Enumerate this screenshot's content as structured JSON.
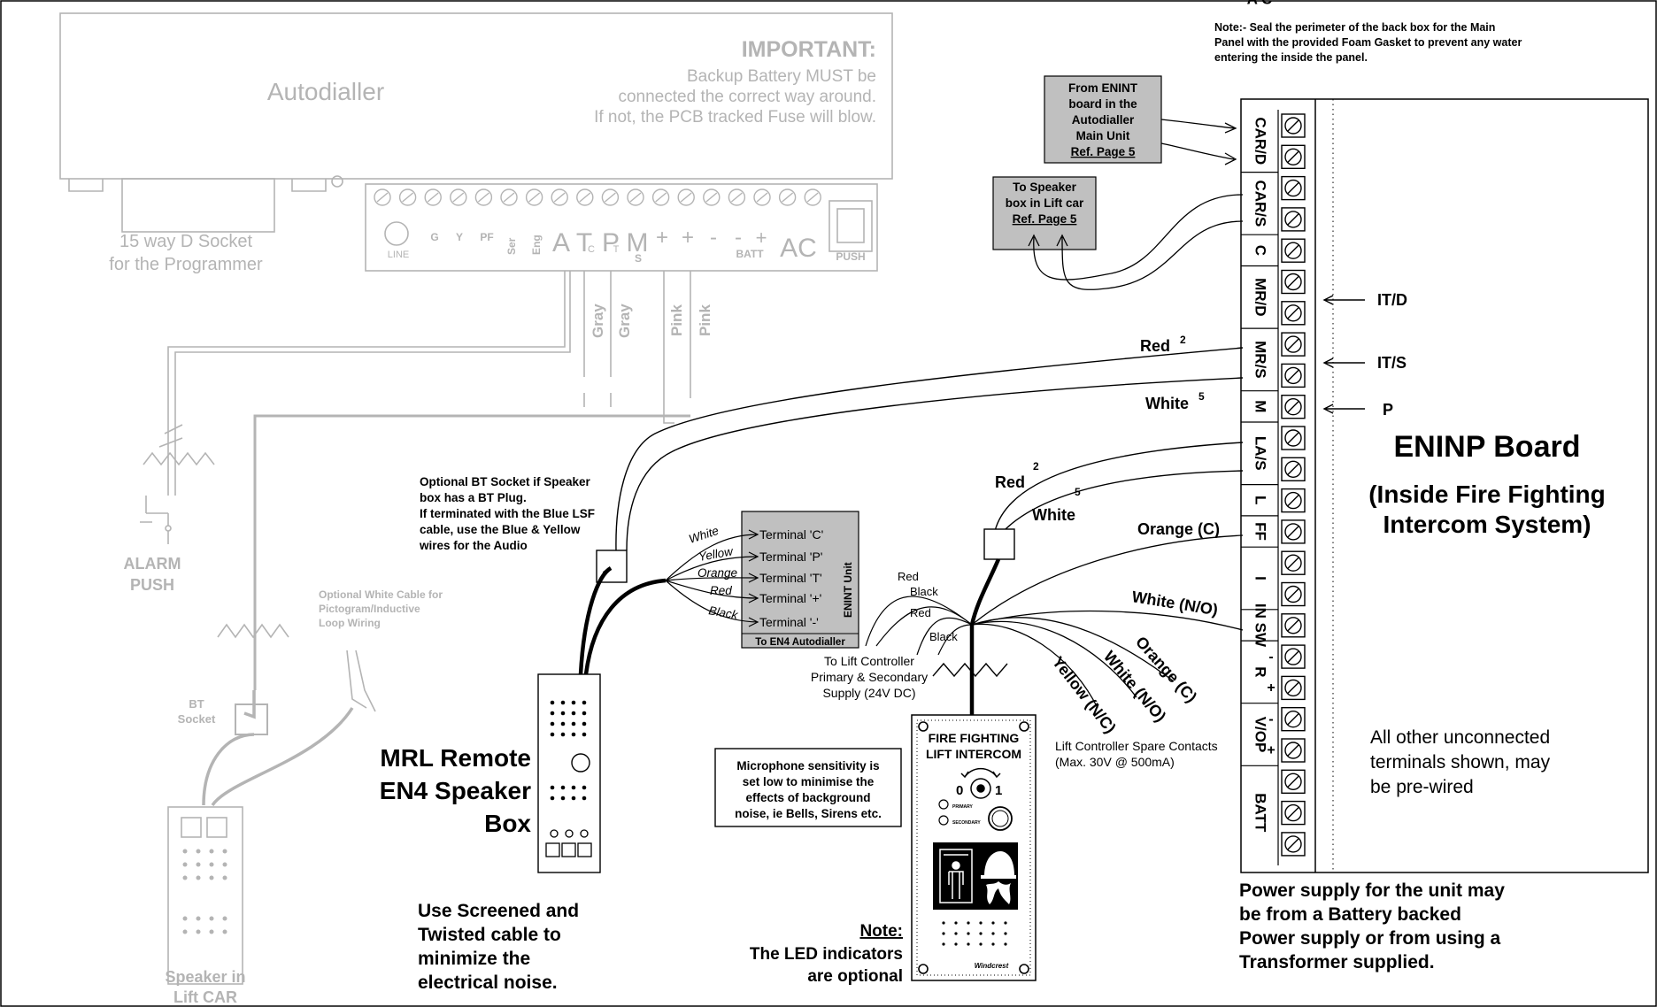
{
  "note_top": [
    "Note:- Seal the perimeter of  the back box for the Main",
    "Panel with the provided Foam Gasket to prevent any water",
    "entering the inside the panel."
  ],
  "autodialler": {
    "title": "Autodialler",
    "important_title": "IMPORTANT:",
    "important_lines": [
      "Backup Battery MUST be",
      "connected the correct way around.",
      "If not, the PCB tracked Fuse will blow."
    ],
    "dsocket_lines": [
      "15 way D Socket",
      "for the Programmer"
    ],
    "terminal_labels": {
      "line": "LINE",
      "g": "G",
      "y": "Y",
      "pf": "PF",
      "ser": "Ser",
      "eng": "Eng",
      "a": "A",
      "t": "T",
      "c": "C",
      "p": "P",
      "t2": "T",
      "m": "M",
      "s": "S",
      "plus1": "+",
      "plus2": "+",
      "minus1": "-",
      "minus2": "-",
      "plus3": "+",
      "batt": "BATT",
      "ac": "AC",
      "push": "PUSH"
    },
    "wire_labels": [
      "Gray",
      "Gray",
      "Pink",
      "Pink"
    ]
  },
  "enint_from": {
    "lines": [
      "From ENINT",
      "board in the",
      "Autodialler",
      "Main Unit"
    ],
    "ref": "Ref. Page 5"
  },
  "speaker_to": {
    "lines": [
      "To Speaker",
      "box in Lift car"
    ],
    "ref": "Ref. Page 5"
  },
  "eninp": {
    "title": "ENINP Board",
    "subtitle_lines": [
      "(Inside Fire Fighting",
      "Intercom System)"
    ],
    "note_lines": [
      "All other unconnected",
      "terminals shown, may",
      "be pre-wired"
    ],
    "terminal_labels": [
      "CAR/D",
      "CAR/S",
      "C",
      "MR/D",
      "MR/S",
      "M",
      "LA/S",
      "L",
      "FF",
      "I",
      "IN SW",
      "R",
      "V/OP",
      "BATT",
      "A C"
    ],
    "vop_signs": [
      "-",
      "+"
    ],
    "batt_signs": [
      "-",
      "+"
    ],
    "side_labels": [
      "IT/D",
      "IT/S",
      "P"
    ],
    "power_lines": [
      "Power supply for the unit may",
      "be from a Battery backed",
      "Power supply or from using a",
      "Transformer supplied."
    ]
  },
  "wires": {
    "red_mr": "Red",
    "red_mr_sup": "2",
    "white_mr": "White",
    "white_mr_sup": "5",
    "red_la": "Red",
    "red_la_sup": "2",
    "white_la": "White",
    "white_la_sup": "5",
    "orange_ff": "Orange (C)",
    "white_no": "White (N/O)",
    "orange_c": "Orange (C)",
    "white_no2": "White (N/O)",
    "yellow_nc": "Yellow (N/C)"
  },
  "bt_socket_note": [
    "Optional BT Socket if Speaker",
    "box has a BT Plug.",
    "If terminated with the Blue LSF",
    "cable, use the Blue & Yellow",
    "wires for the Audio"
  ],
  "enint_unit": {
    "title": "ENINT Unit",
    "footer": "To EN4 Autodialler",
    "terminals": [
      "Terminal 'C'",
      "Terminal 'P'",
      "Terminal 'T'",
      "Terminal '+'",
      "Terminal '-'"
    ],
    "wires": [
      "White",
      "Yellow",
      "Orange",
      "Red",
      "Black"
    ]
  },
  "lift_supply": {
    "wires": [
      "Red",
      "Black",
      "Red",
      "Black"
    ],
    "lines": [
      "To Lift Controller",
      "Primary & Secondary",
      "Supply (24V DC)"
    ]
  },
  "spare_contacts": [
    "Lift Controller Spare Contacts",
    "(Max. 30V @ 500mA)"
  ],
  "alarm_push": [
    "ALARM",
    "PUSH"
  ],
  "white_cable_note": [
    "Optional White Cable for",
    "Pictogram/Inductive",
    "Loop Wiring"
  ],
  "bt_socket": [
    "BT",
    "Socket"
  ],
  "speaker_lift": [
    "Speaker in",
    "Lift CAR"
  ],
  "mrl_lines": [
    "MRL Remote",
    "EN4 Speaker",
    "Box"
  ],
  "screened_lines": [
    "Use Screened and",
    "Twisted cable to",
    "minimize the",
    "electrical noise."
  ],
  "microphone_lines": [
    "Microphone sensitivity is",
    "set low to minimise the",
    "effects of background",
    "noise, ie Bells, Sirens etc."
  ],
  "led_note": {
    "title": "Note:",
    "lines": [
      "The LED indicators",
      "are optional"
    ]
  },
  "intercom": {
    "lines": [
      "FIRE FIGHTING",
      "LIFT INTERCOM"
    ],
    "switch_0": "0",
    "switch_1": "1",
    "primary": "PRIMARY",
    "secondary": "SECONDARY",
    "brand": "Windcrest"
  }
}
